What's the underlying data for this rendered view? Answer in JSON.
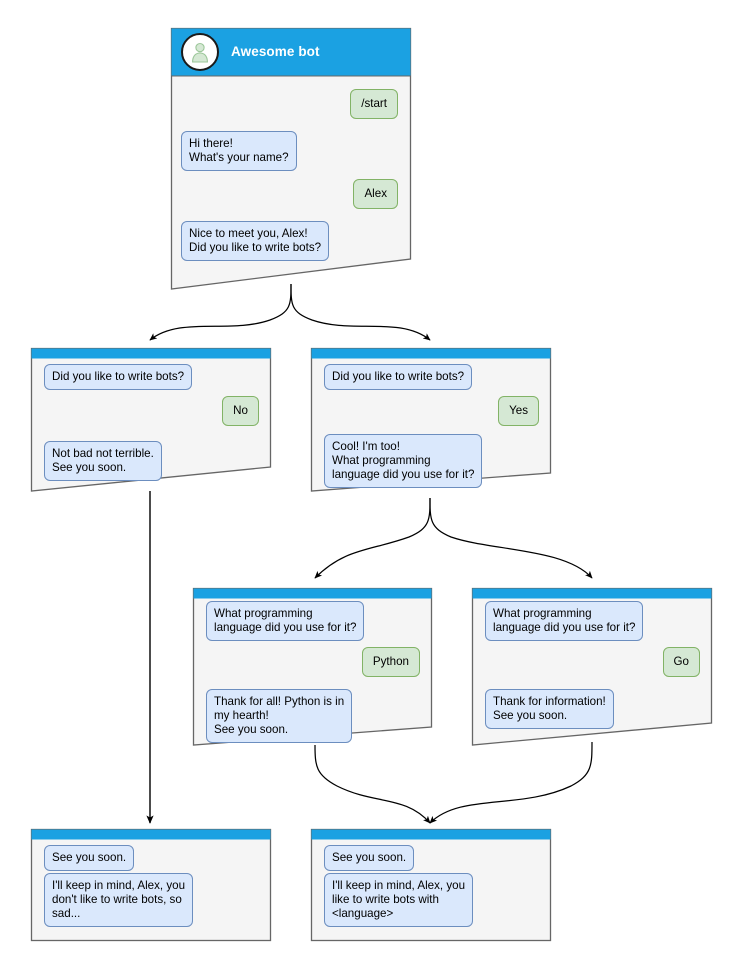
{
  "diagram": {
    "type": "chatbot-conversation-flowchart",
    "colors": {
      "header": "#1ba1e2",
      "window_body": "#f5f5f5",
      "window_border": "#666666",
      "bot_bubble_bg": "#dae8fc",
      "bot_bubble_border": "#6c8ebf",
      "user_bubble_bg": "#d5e8d4",
      "user_bubble_border": "#82b366",
      "edge": "#000000",
      "page_bg": "#ffffff"
    },
    "nodes": [
      {
        "id": "root",
        "title": "Awesome bot",
        "has_avatar": true,
        "avatar_icon": "person-avatar-icon",
        "messages": [
          {
            "side": "user",
            "text": "/start"
          },
          {
            "side": "bot",
            "text": "Hi there!\nWhat's your name?"
          },
          {
            "side": "user",
            "text": "Alex"
          },
          {
            "side": "bot",
            "text": "Nice to meet you, Alex!\nDid you like to write bots?"
          }
        ]
      },
      {
        "id": "no-branch",
        "title": "",
        "has_avatar": false,
        "messages": [
          {
            "side": "bot",
            "text": "Did you like to write bots?"
          },
          {
            "side": "user",
            "text": "No"
          },
          {
            "side": "bot",
            "text": "Not bad not terrible.\nSee you soon."
          }
        ]
      },
      {
        "id": "yes-branch",
        "title": "",
        "has_avatar": false,
        "messages": [
          {
            "side": "bot",
            "text": "Did you like to write bots?"
          },
          {
            "side": "user",
            "text": "Yes"
          },
          {
            "side": "bot",
            "text": "Cool! I'm too!\nWhat programming\nlanguage did you use for it?"
          }
        ]
      },
      {
        "id": "python-branch",
        "title": "",
        "has_avatar": false,
        "messages": [
          {
            "side": "bot",
            "text": "What programming\nlanguage did you use for it?"
          },
          {
            "side": "user",
            "text": "Python"
          },
          {
            "side": "bot",
            "text": "Thank for all! Python is in\nmy hearth!\nSee you soon."
          }
        ]
      },
      {
        "id": "go-branch",
        "title": "",
        "has_avatar": false,
        "messages": [
          {
            "side": "bot",
            "text": "What programming\nlanguage did you use for it?"
          },
          {
            "side": "user",
            "text": "Go"
          },
          {
            "side": "bot",
            "text": "Thank for information!\nSee you soon."
          }
        ]
      },
      {
        "id": "end-sad",
        "title": "",
        "has_avatar": false,
        "messages": [
          {
            "side": "bot",
            "text": "See you soon."
          },
          {
            "side": "bot",
            "text": "I'll keep in mind, Alex, you\ndon't like to write bots, so\nsad..."
          }
        ]
      },
      {
        "id": "end-happy",
        "title": "",
        "has_avatar": false,
        "messages": [
          {
            "side": "bot",
            "text": "See you soon."
          },
          {
            "side": "bot",
            "text": "I'll keep in mind, Alex, you\nlike to write bots with\n<language>"
          }
        ]
      }
    ]
  }
}
